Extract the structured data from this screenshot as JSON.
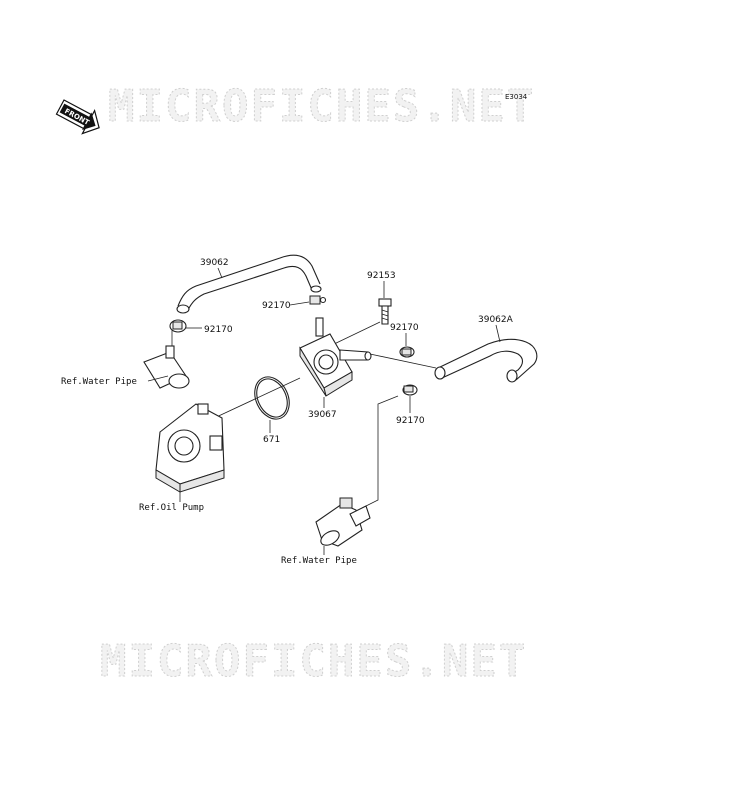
{
  "diagram_code": "E3034",
  "watermark": "MICROFICHES.NET",
  "front_badge": "FRONT",
  "parts": {
    "hose_39062": "39062",
    "hose_39062a": "39062A",
    "bolt_92153": "92153",
    "clamp_top": "92170",
    "clamp_left": "92170",
    "clamp_right": "92170",
    "clamp_lower": "92170",
    "oring_671": "671",
    "cooler_39067": "39067"
  },
  "references": {
    "water_pipe_left": "Ref.Water Pipe",
    "oil_pump": "Ref.Oil Pump",
    "water_pipe_bottom": "Ref.Water Pipe"
  },
  "colors": {
    "line": "#222222",
    "watermark": "#d0d0d0"
  }
}
